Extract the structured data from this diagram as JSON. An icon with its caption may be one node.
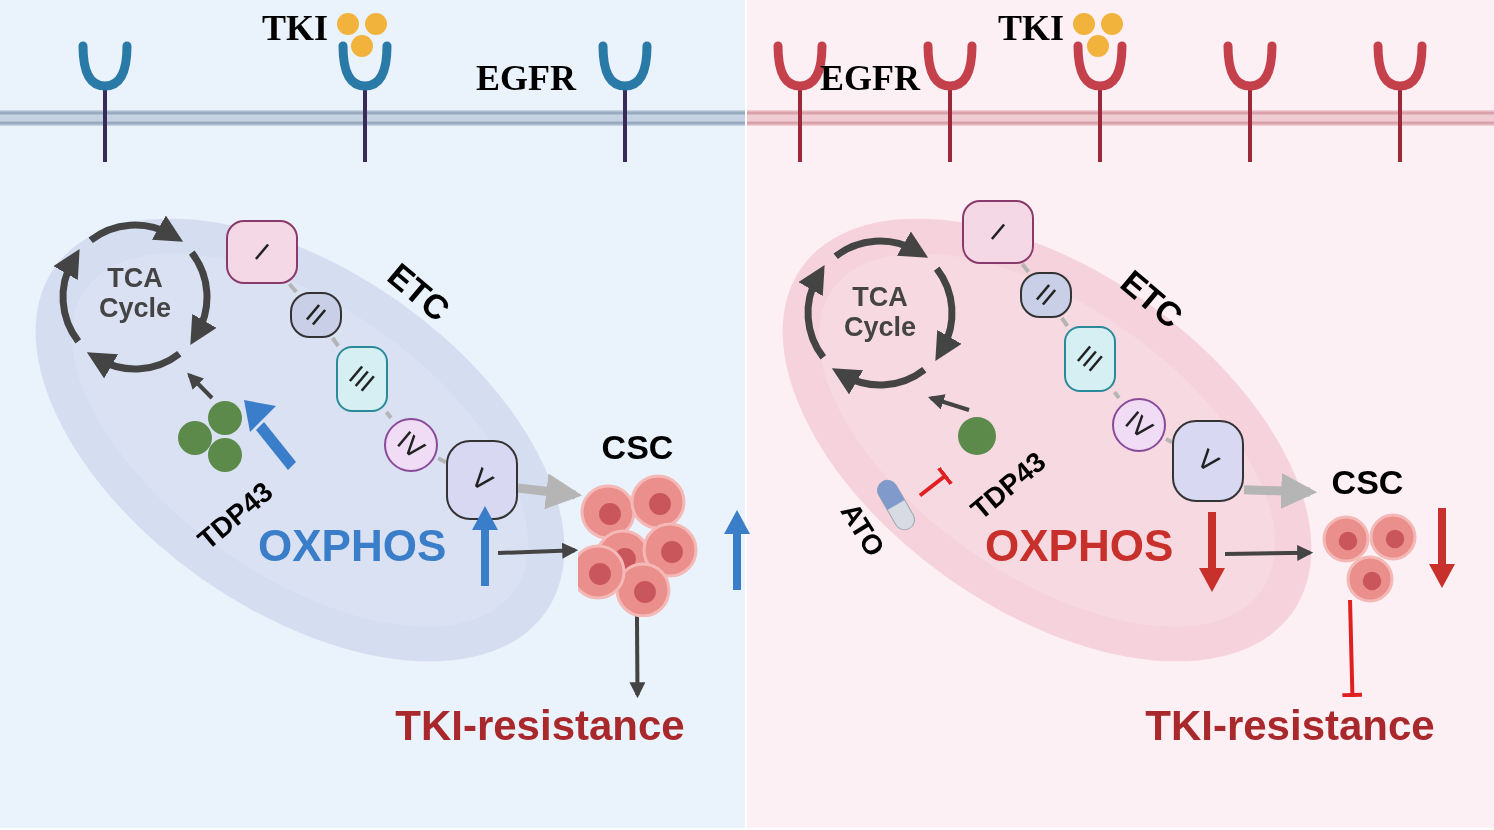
{
  "diagram": {
    "nodes": [
      {
        "text": [
          "TCA Cycle"
        ]
      },
      {
        "text": [
          "TDP43"
        ]
      },
      {
        "text": [
          "I"
        ]
      },
      {
        "text": [
          "II"
        ]
      },
      {
        "text": [
          "III"
        ]
      },
      {
        "text": [
          "IV"
        ]
      },
      {
        "text": [
          "V"
        ]
      },
      {
        "text": [
          "OXPHOS"
        ]
      },
      {
        "text": [
          "CSC"
        ]
      },
      {
        "text": [
          "TKI-resistance"
        ]
      },
      {
        "text": [
          "TCA Cycle"
        ]
      },
      {
        "text": [
          "TDP43"
        ]
      },
      {
        "text": [
          "ATO"
        ]
      },
      {
        "text": [
          "I"
        ]
      },
      {
        "text": [
          "II"
        ]
      },
      {
        "text": [
          "III"
        ]
      },
      {
        "text": [
          "IV"
        ]
      },
      {
        "text": [
          "V"
        ]
      },
      {
        "text": [
          "OXPHOS"
        ]
      },
      {
        "text": [
          "CSC"
        ]
      },
      {
        "text": [
          "TKI-resistance"
        ]
      },
      {
        "text": [],
        "shape": "arrow"
      }
    ],
    "edges": [
      {
        "from": 1,
        "to": 0,
        "arrow": "to",
        "color": "#444444"
      },
      {
        "from": 6,
        "to": 8,
        "arrow": "to",
        "style": "thick"
      },
      {
        "from": 7,
        "to": 8,
        "arrow": "to",
        "color": "#444444"
      },
      {
        "from": 8,
        "to": 9,
        "arrow": "to",
        "color": "#444444"
      },
      {
        "from": 11,
        "to": 10,
        "arrow": "to",
        "color": "#444444"
      },
      {
        "from": 12,
        "to": 11,
        "arrow": "other",
        "color": "#e02020"
      },
      {
        "from": 17,
        "to": 19,
        "arrow": "to",
        "style": "thick"
      },
      {
        "from": 18,
        "to": 19,
        "arrow": "to",
        "color": "#444444"
      },
      {
        "from": 19,
        "to": 20,
        "arrow": "other",
        "color": "#e02020"
      },
      {
        "from": 2,
        "to": 3,
        "arrow": "none"
      },
      {
        "from": 3,
        "to": 4,
        "arrow": "none"
      },
      {
        "from": 4,
        "to": 5,
        "arrow": "none"
      },
      {
        "from": 5,
        "to": 6,
        "arrow": "none"
      },
      {
        "from": 13,
        "to": 14,
        "arrow": "none"
      },
      {
        "from": 14,
        "to": 15,
        "arrow": "none"
      },
      {
        "from": 15,
        "to": 16,
        "arrow": "none"
      },
      {
        "from": 16,
        "to": 17,
        "arrow": "none"
      }
    ],
    "labels": [
      "TKI",
      "EGFR",
      "EGFR",
      "TKI",
      "ETC",
      "ETC"
    ]
  }
}
